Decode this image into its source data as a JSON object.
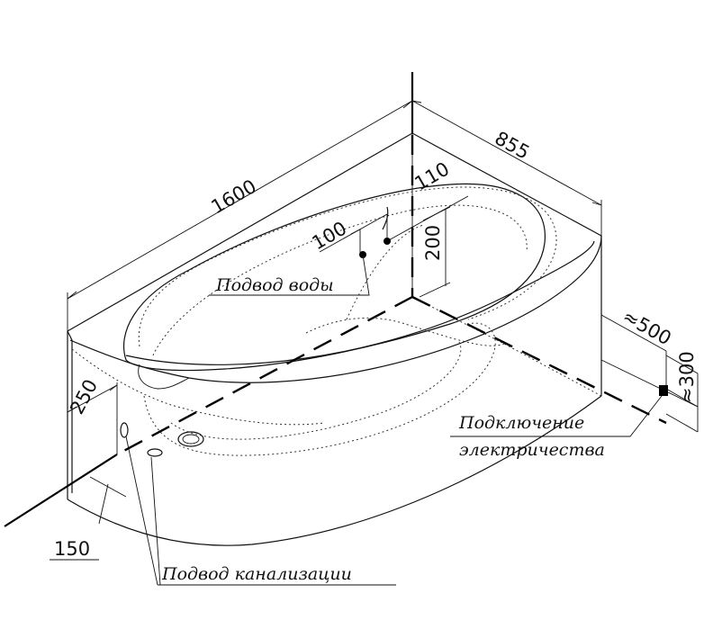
{
  "dimensions": {
    "length": "1600",
    "width": "855",
    "water_gap": "110",
    "water_offset": "100",
    "water_height": "200",
    "drain_offset": "250",
    "drain_base": "150",
    "elec_offset": "≈500",
    "elec_height": "≈300"
  },
  "labels": {
    "water_supply": "Подвод воды",
    "electric_line1": "Подключение",
    "electric_line2": "электричества",
    "sewer": "Подвод канализации"
  }
}
